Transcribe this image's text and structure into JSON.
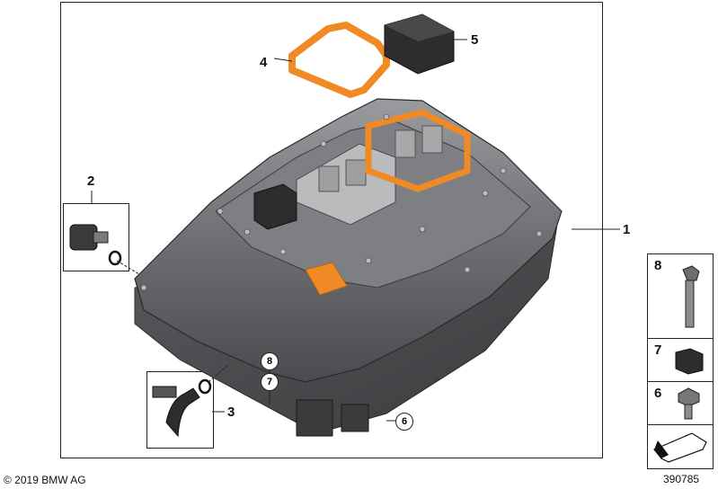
{
  "callouts": {
    "c1": "1",
    "c2": "2",
    "c3": "3",
    "c4": "4",
    "c5": "5",
    "c6": "6",
    "c7": "7",
    "c8": "8"
  },
  "side_parts": {
    "p8": "8",
    "p7": "7",
    "p6": "6"
  },
  "footer": {
    "copyright": "© 2019 BMW AG",
    "diagram_number": "390785"
  },
  "colors": {
    "orange": "#f08a24",
    "housing": "#6e6f72",
    "dark": "#2d2d2f",
    "connector": "#b9bbbd"
  }
}
